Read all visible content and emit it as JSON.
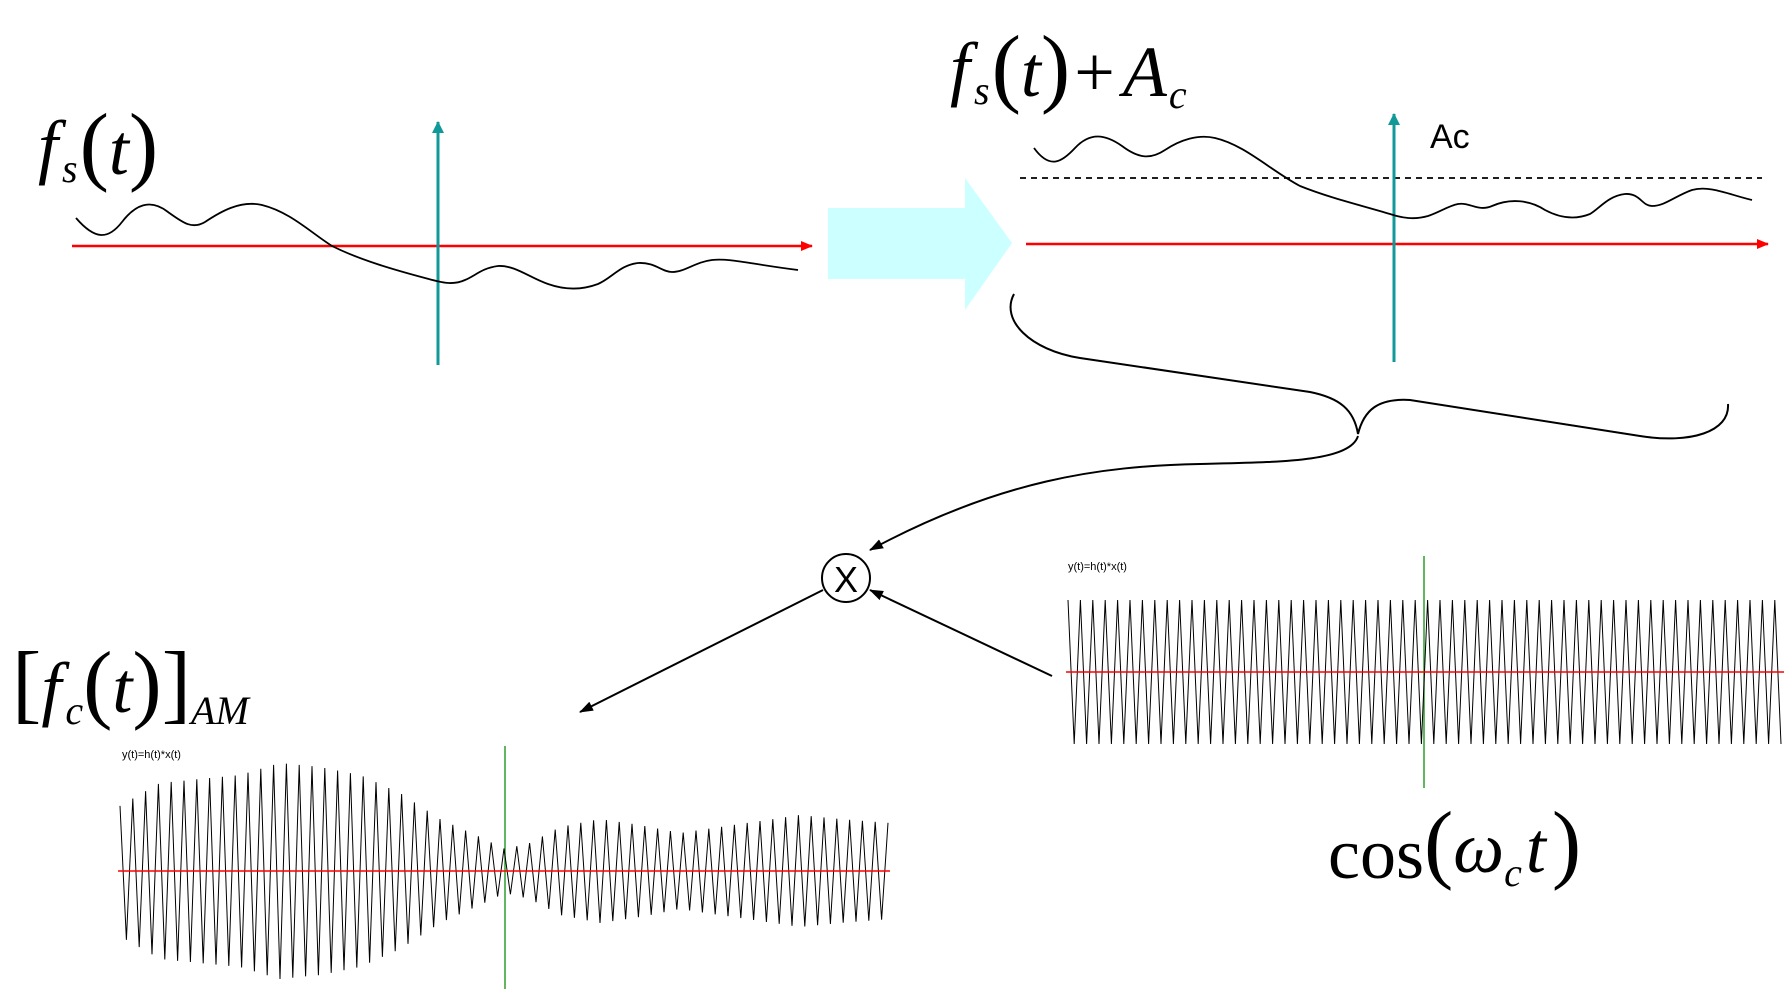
{
  "labels": {
    "fs": {
      "f": "f",
      "sub": "s",
      "arg": "t"
    },
    "fs_plus_ac": {
      "f": "f",
      "sub": "s",
      "arg": "t",
      "plus": "+",
      "A": "A",
      "Asub": "c"
    },
    "ac_marker": "Ac",
    "multiplier": "X",
    "am": {
      "f": "f",
      "sub": "c",
      "arg": "t",
      "outer_sub": "AM"
    },
    "carrier": {
      "fn": "cos",
      "omega": "ω",
      "sub": "c",
      "arg": "t"
    },
    "plot_title_carrier": "y(t)=h(t)*x(t)",
    "plot_title_am": "y(t)=h(t)*x(t)"
  },
  "colors": {
    "time_axis": "#ff0000",
    "vertical_axis": "#119999",
    "block_arrow": "#ccffff",
    "signal": "#000000",
    "plot_zero_line": "#ff0000",
    "plot_center_line": "#2e9e2e"
  }
}
